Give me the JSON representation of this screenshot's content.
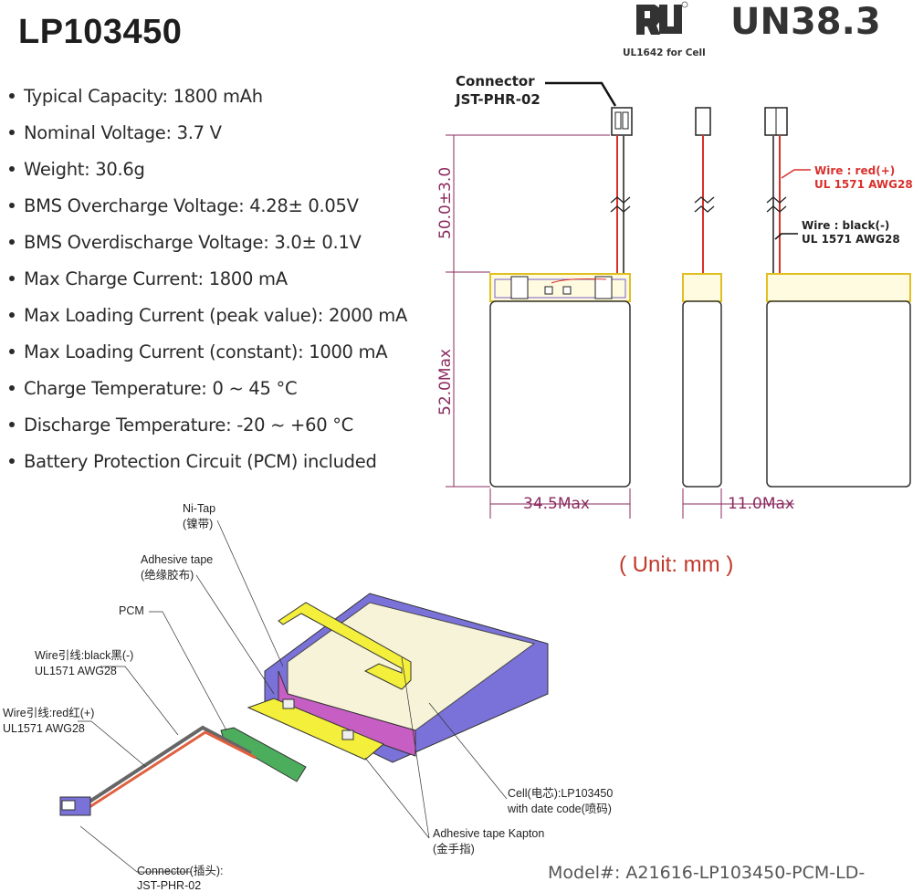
{
  "title": "LP103450",
  "specs": [
    "Typical Capacity: 1800 mAh",
    "Nominal Voltage: 3.7 V",
    "Weight: 30.6g",
    "BMS Overcharge Voltage: 4.28± 0.05V",
    "BMS Overdischarge Voltage: 3.0± 0.1V",
    "Max Charge Current: 1800 mA",
    "Max Loading Current (peak value): 2000 mA",
    "Max Loading Current (constant): 1000 mA",
    "Charge Temperature: 0 ~ 45 °C",
    "Discharge Temperature: -20 ~ +60 °C",
    "Battery Protection Circuit (PCM) included"
  ],
  "certifications": {
    "ul_logo": "UL",
    "ul_caption": "UL1642 for Cell",
    "un": "UN38.3"
  },
  "drawing": {
    "connector_line1": "Connector",
    "connector_line2": "JST-PHR-02",
    "wire_red_line1": "Wire : red(+)",
    "wire_red_line2": "UL 1571 AWG28",
    "wire_black_line1": "Wire : black(-)",
    "wire_black_line2": "UL 1571 AWG28",
    "dim_wire": "50.0±3.0",
    "dim_height": "52.0Max",
    "dim_width": "34.5Max",
    "dim_thickness": "11.0Max",
    "unit": "( Unit: mm )"
  },
  "exploded": {
    "ni_tap": "Ni-Tap",
    "ni_tap_cn": "(镍带)",
    "adhesive": "Adhesive tape",
    "adhesive_cn": "(绝缘胶布)",
    "pcm": "PCM",
    "wire_black": "Wire引线:black黑(-)",
    "wire_black_spec": "UL1571 AWG28",
    "wire_red": "Wire引线:red红(+)",
    "wire_red_spec": "UL1571 AWG28",
    "connector": "Connector(插头):",
    "connector_model": "JST-PHR-02",
    "cell": "Cell(电芯):LP103450",
    "cell_note": "with date code(喷码)",
    "kapton": "Adhesive tape Kapton",
    "kapton_cn": "(金手指)"
  },
  "model": "Model#: A21616-LP103450-PCM-LD-",
  "colors": {
    "dimension": "#8b2a5f",
    "unit": "#c0392b",
    "wire_red": "#d9302c",
    "tape": "#f3ef3a",
    "cell_side": "#7a72d8",
    "pcm": "#4cae5c"
  }
}
